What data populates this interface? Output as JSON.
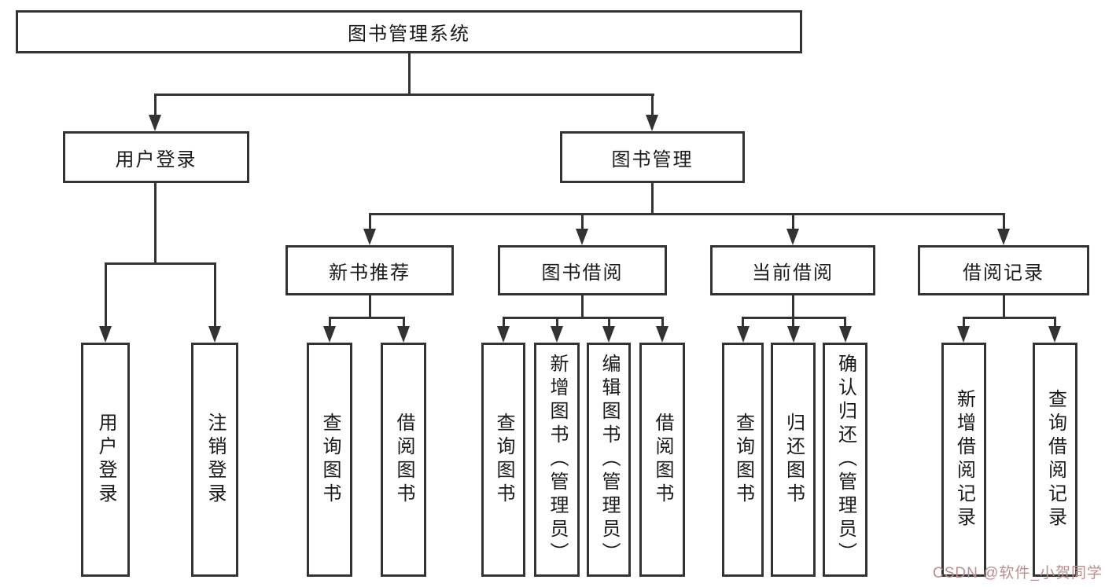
{
  "diagram": {
    "root": "图书管理系统",
    "level2": {
      "user_login": "用户登录",
      "book_management": "图书管理"
    },
    "level3": {
      "new_books": "新书推荐",
      "book_borrow": "图书借阅",
      "current_borrow": "当前借阅",
      "borrow_records": "借阅记录"
    },
    "leaves": {
      "user_login": [
        "用户登录",
        "注销登录"
      ],
      "new_books": [
        "查询图书",
        "借阅图书"
      ],
      "book_borrow": [
        "查询图书",
        "新增图书（管理员）",
        "编辑图书（管理员）",
        "借阅图书"
      ],
      "current_borrow": [
        "查询图书",
        "归还图书",
        "确认归还（管理员）"
      ],
      "borrow_records": [
        "新增借阅记录",
        "查询借阅记录"
      ]
    },
    "watermark": "CSDN @软件_小贺同学",
    "colors": {
      "line": "#333333",
      "text": "#1a1a1a",
      "background": "#ffffff",
      "watermark": "#bb8f8f"
    }
  }
}
